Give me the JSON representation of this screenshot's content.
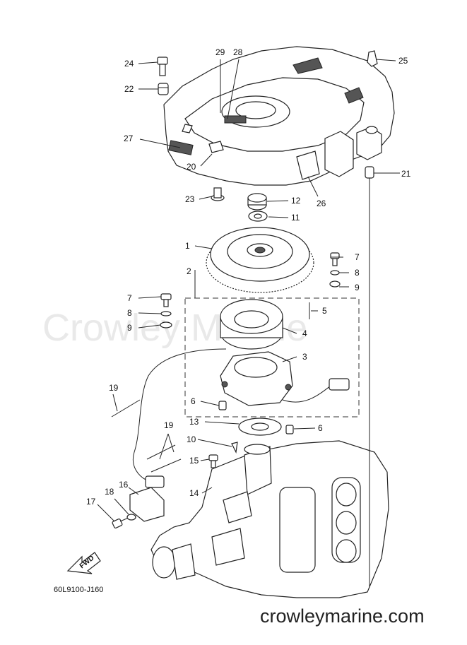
{
  "watermark": "Crowley Marine",
  "website": "crowleymarine.com",
  "drawing_code": "60L9100-J160",
  "direction_label": "FWD",
  "callouts": {
    "c1": "1",
    "c2": "2",
    "c3": "3",
    "c4": "4",
    "c5": "5",
    "c6a": "6",
    "c6b": "6",
    "c7a": "7",
    "c7b": "7",
    "c8a": "8",
    "c8b": "8",
    "c9a": "9",
    "c9b": "9",
    "c10": "10",
    "c11": "11",
    "c12": "12",
    "c13": "13",
    "c14": "14",
    "c15": "15",
    "c16": "16",
    "c17": "17",
    "c18": "18",
    "c19a": "19",
    "c19b": "19",
    "c20": "20",
    "c21": "21",
    "c22": "22",
    "c23": "23",
    "c24": "24",
    "c25": "25",
    "c26": "26",
    "c27": "27",
    "c28": "28",
    "c29": "29"
  }
}
